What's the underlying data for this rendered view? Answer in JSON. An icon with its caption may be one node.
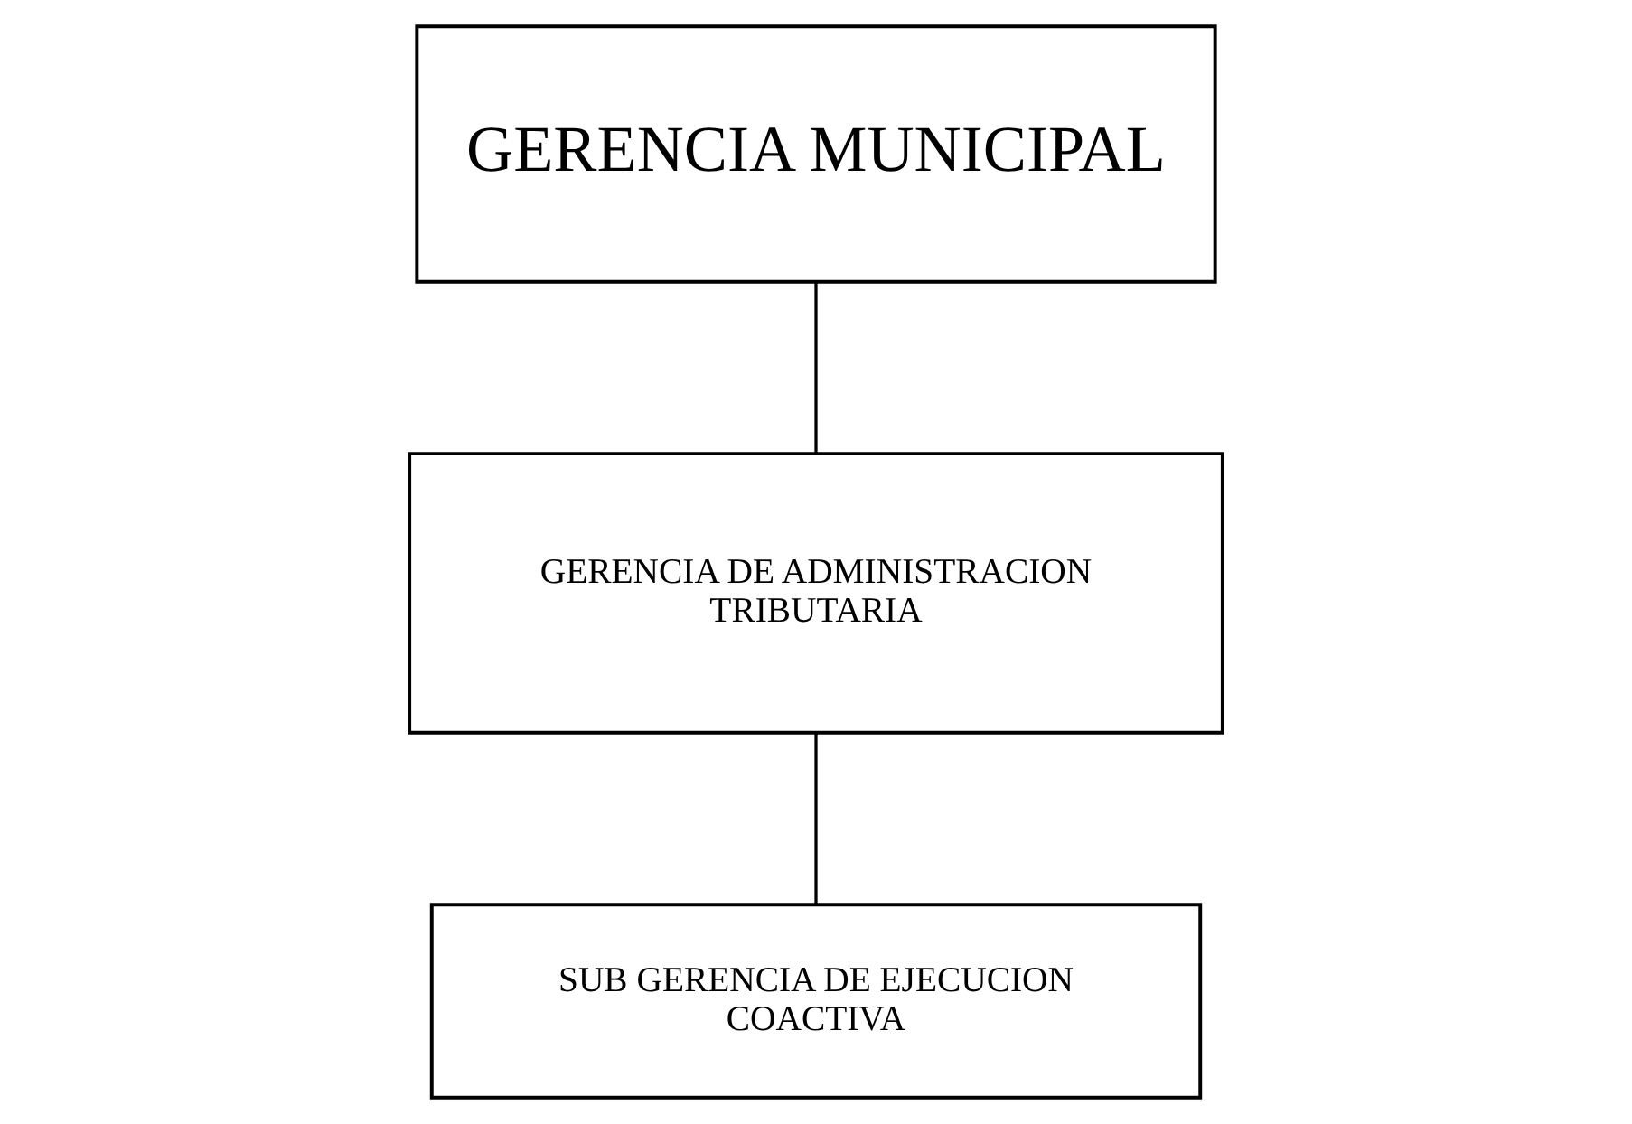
{
  "diagram": {
    "nodes": [
      {
        "text": [
          "GERENCIA MUNICIPAL"
        ]
      },
      {
        "text": [
          "GERENCIA DE ADMINISTRACION TRIBUTARIA"
        ]
      },
      {
        "text": [
          "SUB GERENCIA DE EJECUCION COACTIVA"
        ]
      }
    ],
    "edges": [
      {
        "from": 0,
        "to": 1,
        "arrow": "none"
      },
      {
        "from": 1,
        "to": 2,
        "arrow": "none"
      }
    ]
  }
}
